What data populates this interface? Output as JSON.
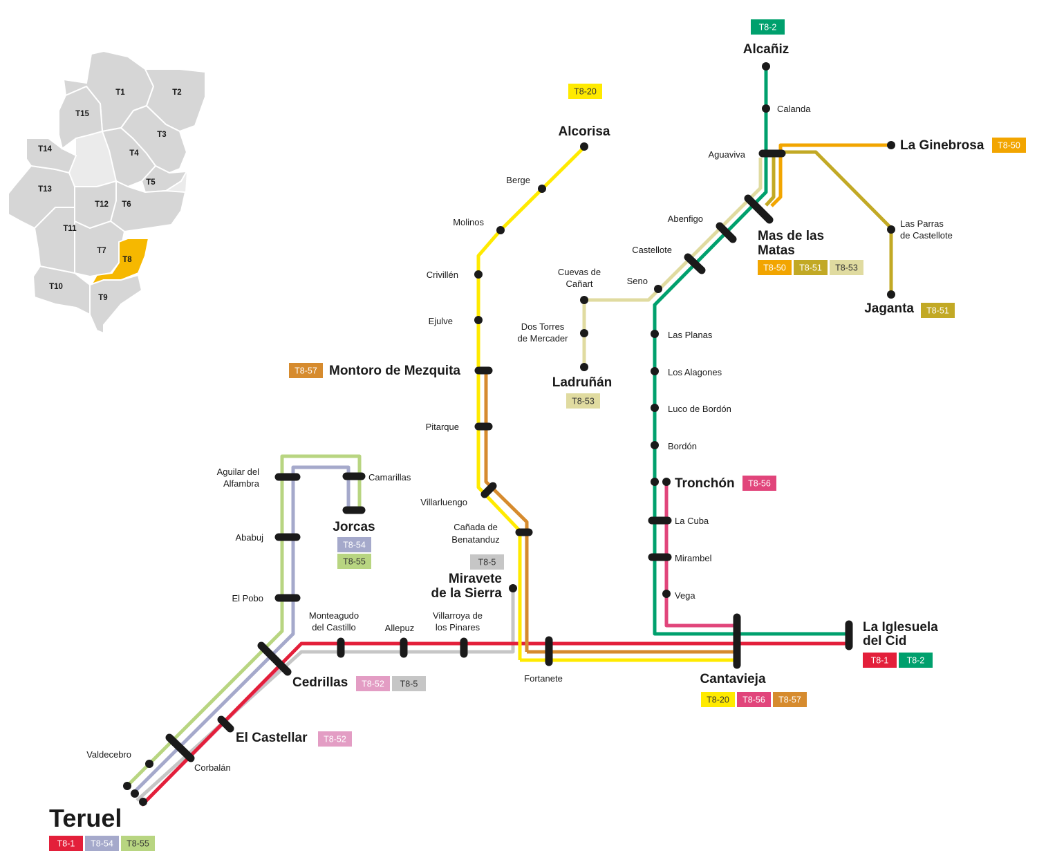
{
  "map": {
    "inset_regions": [
      {
        "id": "T1",
        "label": "T1",
        "color": "#d6d6d6"
      },
      {
        "id": "T2",
        "label": "T2",
        "color": "#d6d6d6"
      },
      {
        "id": "T3",
        "label": "T3",
        "color": "#d6d6d6"
      },
      {
        "id": "T4",
        "label": "T4",
        "color": "#d6d6d6"
      },
      {
        "id": "T5",
        "label": "T5",
        "color": "#d6d6d6"
      },
      {
        "id": "T6",
        "label": "T6",
        "color": "#d6d6d6"
      },
      {
        "id": "T7",
        "label": "T7",
        "color": "#d6d6d6"
      },
      {
        "id": "T8",
        "label": "T8",
        "color": "#f6b800"
      },
      {
        "id": "T9",
        "label": "T9",
        "color": "#d6d6d6"
      },
      {
        "id": "T10",
        "label": "T10",
        "color": "#d6d6d6"
      },
      {
        "id": "T11",
        "label": "T11",
        "color": "#d6d6d6"
      },
      {
        "id": "T12",
        "label": "T12",
        "color": "#d6d6d6"
      },
      {
        "id": "T13",
        "label": "T13",
        "color": "#d6d6d6"
      },
      {
        "id": "T14",
        "label": "T14",
        "color": "#d6d6d6"
      },
      {
        "id": "T15",
        "label": "T15",
        "color": "#d6d6d6"
      }
    ],
    "line_colors": {
      "T8-1": "#e31f3a",
      "T8-2": "#00a06d",
      "T8-5": "#c6c6c6",
      "T8-20": "#ffea00",
      "T8-50": "#f2a500",
      "T8-51": "#c2a925",
      "T8-52": "#e39dc4",
      "T8-53": "#e0dba0",
      "T8-54": "#a5a9cb",
      "T8-55": "#b8d581",
      "T8-56": "#e1457b",
      "T8-57": "#d68b2e"
    },
    "stations": [
      {
        "id": "teruel",
        "name": "Teruel",
        "lines": [
          "T8-1",
          "T8-54",
          "T8-55"
        ]
      },
      {
        "id": "valdecebro",
        "name": "Valdecebro"
      },
      {
        "id": "corbalan",
        "name": "Corbalán"
      },
      {
        "id": "el-castellar",
        "name": "El Castellar",
        "lines": [
          "T8-52"
        ]
      },
      {
        "id": "cedrillas",
        "name": "Cedrillas",
        "lines": [
          "T8-52",
          "T8-5"
        ]
      },
      {
        "id": "el-pobo",
        "name": "El Pobo"
      },
      {
        "id": "ababuj",
        "name": "Ababuj"
      },
      {
        "id": "aguilar",
        "name": "Aguilar del Alfambra"
      },
      {
        "id": "camarillas",
        "name": "Camarillas"
      },
      {
        "id": "jorcas",
        "name": "Jorcas",
        "lines": [
          "T8-54",
          "T8-55"
        ]
      },
      {
        "id": "monteagudo",
        "name": "Monteagudo del Castillo"
      },
      {
        "id": "allepuz",
        "name": "Allepuz"
      },
      {
        "id": "villarroya",
        "name": "Villarroya de los Pinares"
      },
      {
        "id": "miravete",
        "name": "Miravete de la Sierra",
        "lines": [
          "T8-5"
        ]
      },
      {
        "id": "fortanete",
        "name": "Fortanete"
      },
      {
        "id": "canada",
        "name": "Cañada de Benatanduz"
      },
      {
        "id": "villarluengo",
        "name": "Villarluengo"
      },
      {
        "id": "pitarque",
        "name": "Pitarque"
      },
      {
        "id": "montoro",
        "name": "Montoro de Mezquita",
        "lines": [
          "T8-57"
        ]
      },
      {
        "id": "ejulve",
        "name": "Ejulve"
      },
      {
        "id": "crivillen",
        "name": "Crivillén"
      },
      {
        "id": "molinos",
        "name": "Molinos"
      },
      {
        "id": "berge",
        "name": "Berge"
      },
      {
        "id": "alcorisa",
        "name": "Alcorisa",
        "lines": [
          "T8-20"
        ]
      },
      {
        "id": "cantavieja",
        "name": "Cantavieja",
        "lines": [
          "T8-20",
          "T8-56",
          "T8-57"
        ]
      },
      {
        "id": "iglesuela",
        "name": "La Iglesuela del Cid",
        "lines": [
          "T8-1",
          "T8-2"
        ]
      },
      {
        "id": "vega",
        "name": "Vega"
      },
      {
        "id": "mirambel",
        "name": "Mirambel"
      },
      {
        "id": "la-cuba",
        "name": "La Cuba"
      },
      {
        "id": "tronchon",
        "name": "Tronchón",
        "lines": [
          "T8-56"
        ]
      },
      {
        "id": "bordon",
        "name": "Bordón"
      },
      {
        "id": "luco",
        "name": "Luco de Bordón"
      },
      {
        "id": "alagones",
        "name": "Los Alagones"
      },
      {
        "id": "planas",
        "name": "Las Planas"
      },
      {
        "id": "seno",
        "name": "Seno"
      },
      {
        "id": "castellote",
        "name": "Castellote"
      },
      {
        "id": "abenfigo",
        "name": "Abenfigo"
      },
      {
        "id": "mas-matas",
        "name": "Mas de las Matas",
        "lines": [
          "T8-50",
          "T8-51",
          "T8-53"
        ]
      },
      {
        "id": "aguaviva",
        "name": "Aguaviva"
      },
      {
        "id": "calanda",
        "name": "Calanda"
      },
      {
        "id": "alcaniz",
        "name": "Alcañiz",
        "lines": [
          "T8-2"
        ]
      },
      {
        "id": "ginebrosa",
        "name": "La Ginebrosa",
        "lines": [
          "T8-50"
        ]
      },
      {
        "id": "parras",
        "name": "Las Parras de Castellote"
      },
      {
        "id": "jaganta",
        "name": "Jaganta",
        "lines": [
          "T8-51"
        ]
      },
      {
        "id": "cuevas",
        "name": "Cuevas de Cañart"
      },
      {
        "id": "dos-torres",
        "name": "Dos Torres de Mercader"
      },
      {
        "id": "ladrunan",
        "name": "Ladruñán",
        "lines": [
          "T8-53"
        ]
      }
    ],
    "labels": {
      "teruel": [
        "Teruel"
      ],
      "valdecebro": [
        "Valdecebro"
      ],
      "corbalan": [
        "Corbalán"
      ],
      "el-castellar": [
        "El Castellar"
      ],
      "cedrillas": [
        "Cedrillas"
      ],
      "el-pobo": [
        "El Pobo"
      ],
      "ababuj": [
        "Ababuj"
      ],
      "aguilar": [
        "Aguilar del",
        "Alfambra"
      ],
      "camarillas": [
        "Camarillas"
      ],
      "jorcas": [
        "Jorcas"
      ],
      "monteagudo": [
        "Monteagudo",
        "del Castillo"
      ],
      "allepuz": [
        "Allepuz"
      ],
      "villarroya": [
        "Villarroya de",
        "los Pinares"
      ],
      "miravete": [
        "Miravete",
        "de la Sierra"
      ],
      "fortanete": [
        "Fortanete"
      ],
      "canada": [
        "Cañada de",
        "Benatanduz"
      ],
      "villarluengo": [
        "Villarluengo"
      ],
      "pitarque": [
        "Pitarque"
      ],
      "montoro": [
        "Montoro de Mezquita"
      ],
      "ejulve": [
        "Ejulve"
      ],
      "crivillen": [
        "Crivillén"
      ],
      "molinos": [
        "Molinos"
      ],
      "berge": [
        "Berge"
      ],
      "alcorisa": [
        "Alcorisa"
      ],
      "cantavieja": [
        "Cantavieja"
      ],
      "iglesuela": [
        "La Iglesuela",
        "del Cid"
      ],
      "vega": [
        "Vega"
      ],
      "mirambel": [
        "Mirambel"
      ],
      "la-cuba": [
        "La Cuba"
      ],
      "tronchon": [
        "Tronchón"
      ],
      "bordon": [
        "Bordón"
      ],
      "luco": [
        "Luco de Bordón"
      ],
      "alagones": [
        "Los Alagones"
      ],
      "planas": [
        "Las Planas"
      ],
      "seno": [
        "Seno"
      ],
      "castellote": [
        "Castellote"
      ],
      "abenfigo": [
        "Abenfigo"
      ],
      "mas-matas": [
        "Mas de las",
        "Matas"
      ],
      "aguaviva": [
        "Aguaviva"
      ],
      "calanda": [
        "Calanda"
      ],
      "alcaniz": [
        "Alcañiz"
      ],
      "ginebrosa": [
        "La Ginebrosa"
      ],
      "parras": [
        "Las Parras",
        "de Castellote"
      ],
      "jaganta": [
        "Jaganta"
      ],
      "cuevas": [
        "Cuevas de",
        "Cañart"
      ],
      "dos-torres": [
        "Dos Torres",
        "de Mercader"
      ],
      "ladrunan": [
        "Ladruñán"
      ]
    }
  }
}
